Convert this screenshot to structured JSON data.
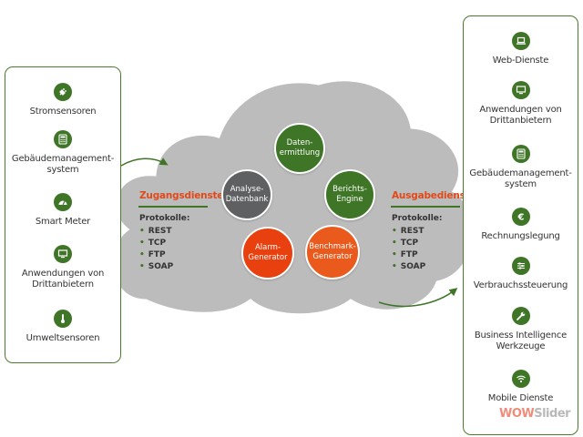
{
  "left_panel": {
    "items": [
      {
        "label": "Stromsensoren",
        "icon": "plug-icon"
      },
      {
        "label": "Gebäudemanagement-\nsystem",
        "icon": "calculator-icon"
      },
      {
        "label": "Smart Meter",
        "icon": "gauge-icon"
      },
      {
        "label": "Anwendungen von\nDrittanbietern",
        "icon": "monitor-icon"
      },
      {
        "label": "Umweltsensoren",
        "icon": "thermometer-icon"
      }
    ]
  },
  "cloud": {
    "ingress": {
      "title": "Zugangsdienste",
      "protocols_label": "Protokolle:",
      "protocols": [
        "REST",
        "TCP",
        "FTP",
        "SOAP"
      ]
    },
    "egress": {
      "title": "Ausgabedienste",
      "protocols_label": "Protokolle:",
      "protocols": [
        "REST",
        "TCP",
        "FTP",
        "SOAP"
      ]
    },
    "nodes": [
      {
        "label": "Daten-\nermittlung",
        "color": "#3f7527"
      },
      {
        "label": "Analyse-\nDatenbank",
        "color": "#5f6062"
      },
      {
        "label": "Berichts-\nEngine",
        "color": "#3f7527"
      },
      {
        "label": "Alarm-\nGenerator",
        "color": "#e8410f"
      },
      {
        "label": "Benchmark-\nGenerator",
        "color": "#ea5a1c"
      }
    ]
  },
  "right_panel": {
    "items": [
      {
        "label": "Web-Dienste",
        "icon": "laptop-icon"
      },
      {
        "label": "Anwendungen von\nDrittanbietern",
        "icon": "monitor-icon"
      },
      {
        "label": "Gebäudemanagement-\nsystem",
        "icon": "calculator-icon"
      },
      {
        "label": "Rechnungslegung",
        "icon": "euro-icon"
      },
      {
        "label": "Verbrauchssteuerung",
        "icon": "sliders-icon"
      },
      {
        "label": "Business Intelligence\nWerkzeuge",
        "icon": "wrench-icon"
      },
      {
        "label": "Mobile Dienste",
        "icon": "wifi-icon"
      }
    ]
  },
  "watermark": {
    "part1": "WOW",
    "part2": "Slider"
  },
  "colors": {
    "green": "#3f7527",
    "orange": "#e04a1a",
    "cloud": "#bdbdbd",
    "gray_node": "#5f6062"
  }
}
